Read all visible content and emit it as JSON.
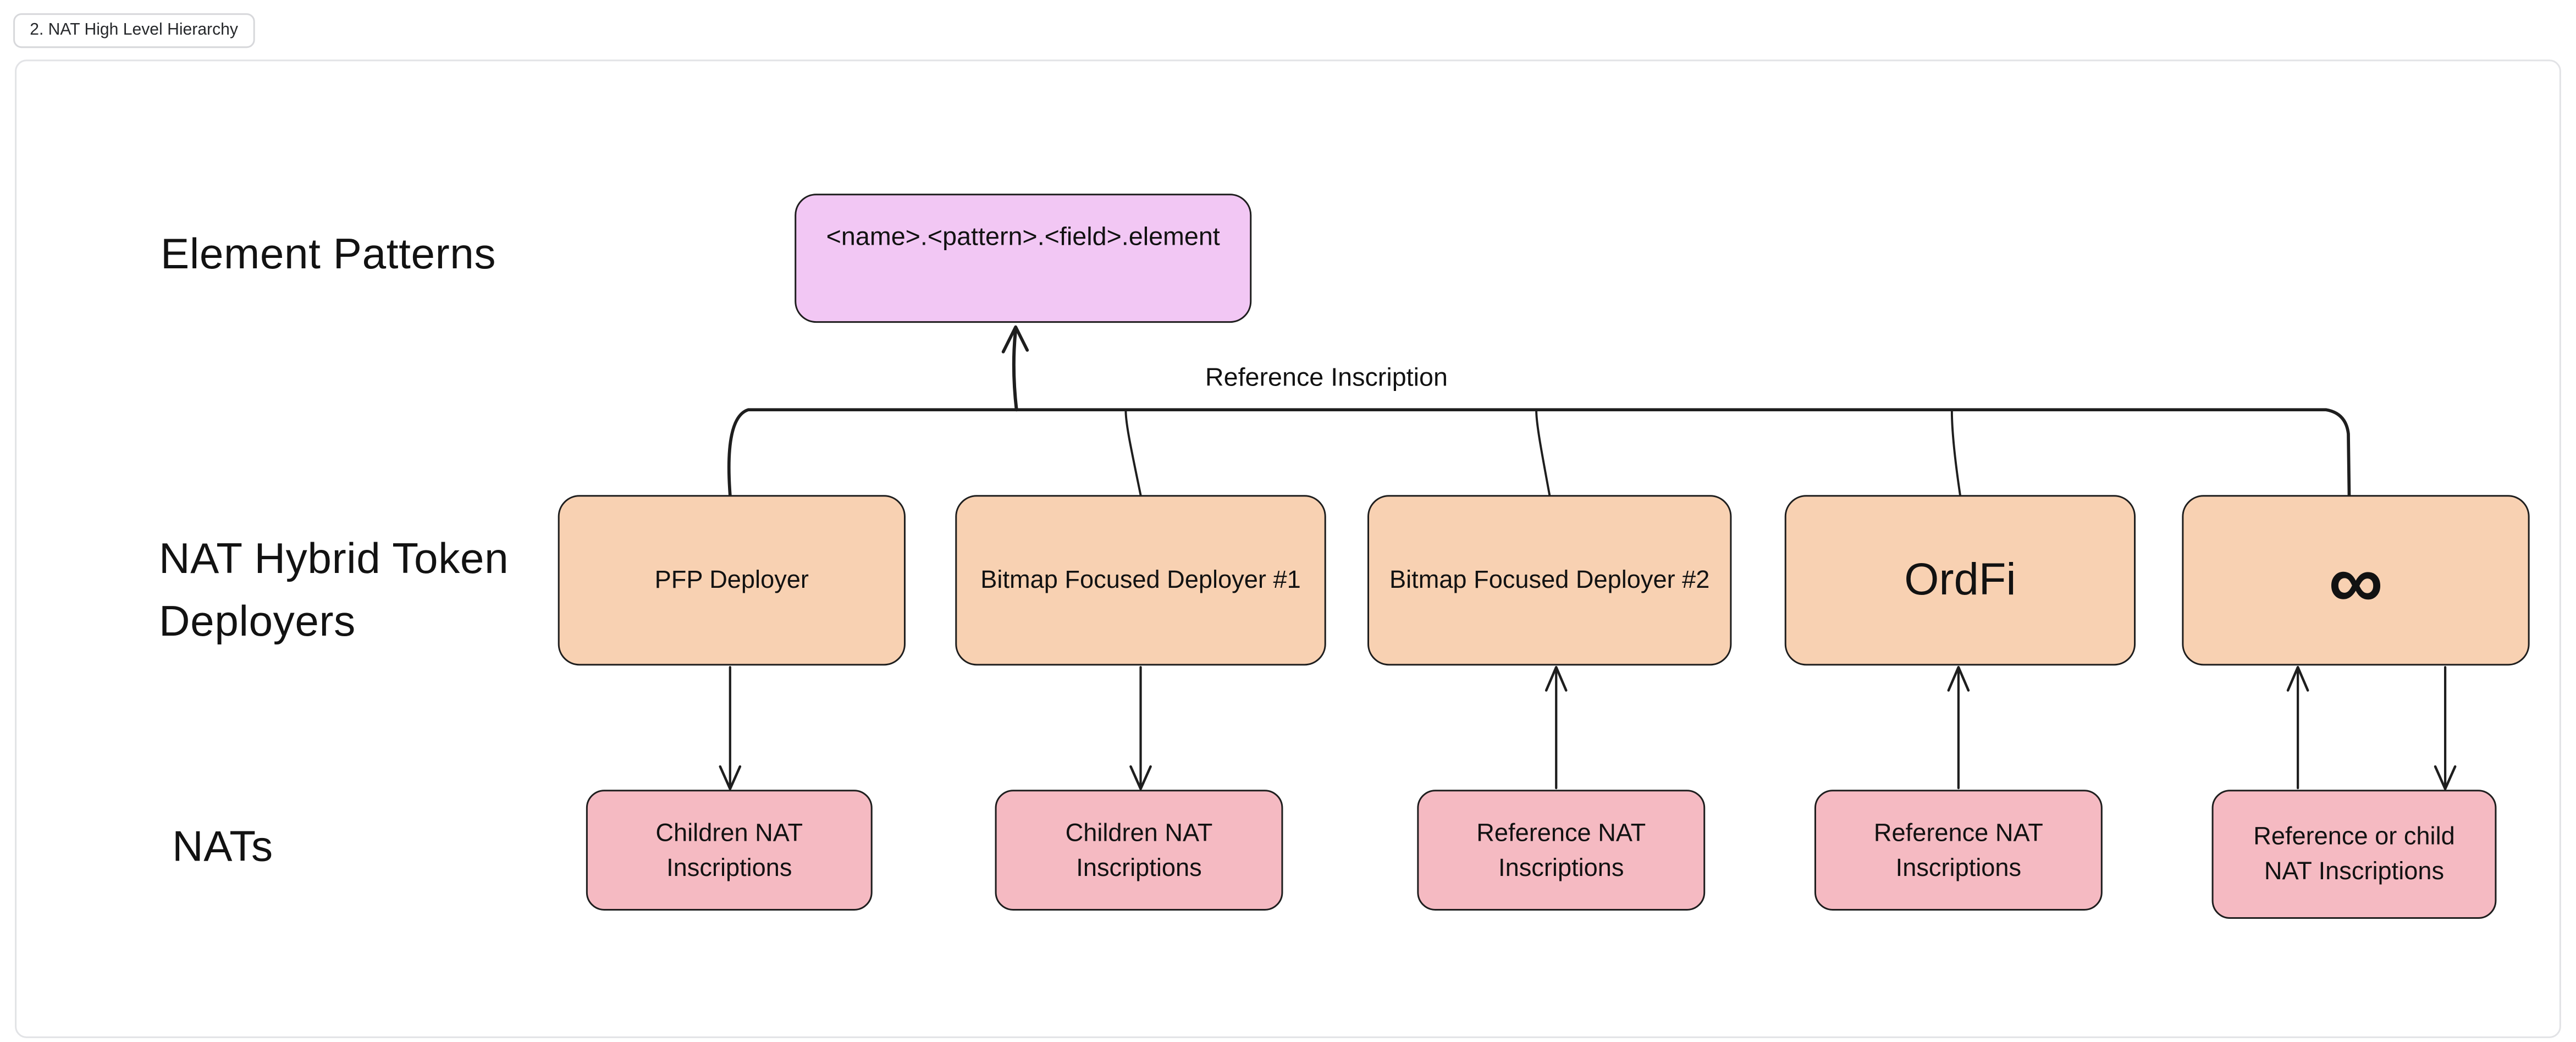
{
  "tab": {
    "label": "2. NAT High Level Hierarchy"
  },
  "rows": {
    "element_patterns_label": "Element Patterns",
    "deployers_label": "NAT Hybrid Token Deployers",
    "nats_label": "NATs"
  },
  "pattern_box": {
    "text": "<name>.<pattern>.<field>.element"
  },
  "bus_label": "Reference Inscription",
  "deployers": [
    {
      "label": "PFP Deployer"
    },
    {
      "label": "Bitmap Focused Deployer #1"
    },
    {
      "label": "Bitmap Focused Deployer #2"
    },
    {
      "label": "OrdFi"
    },
    {
      "label": "∞"
    }
  ],
  "nats": [
    {
      "label": "Children NAT Inscriptions"
    },
    {
      "label": "Children NAT Inscriptions"
    },
    {
      "label": "Reference NAT Inscriptions"
    },
    {
      "label": "Reference NAT Inscriptions"
    },
    {
      "label": "Reference or child NAT Inscriptions"
    }
  ],
  "colors": {
    "stroke": "#1e1e1e",
    "text": "#121212",
    "pattern_fill": "#f2c7f4",
    "deployer_fill": "#f8d1b2",
    "nat_fill": "#f5bac2",
    "frame_border": "#e2e3e6",
    "tab_border": "#d7d8db"
  }
}
